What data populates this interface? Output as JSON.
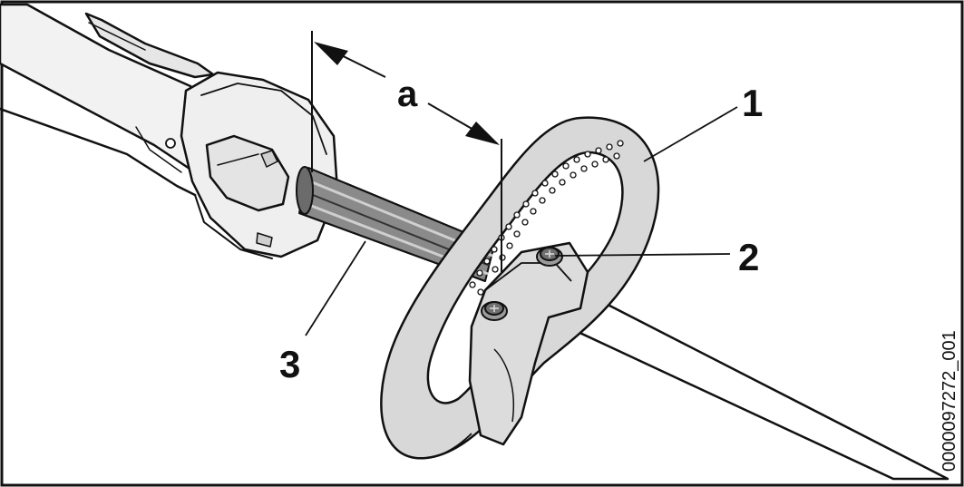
{
  "figure": {
    "callouts": {
      "dimension_label": "a",
      "item_1": "1",
      "item_2": "2",
      "item_3": "3"
    },
    "figure_id": "0000097272_001",
    "colors": {
      "line": "#111111",
      "metal": "#d9d9d9",
      "handle_fill": "#efefef",
      "shaft_fill": "#ffffff",
      "dark_bar": "#777777"
    }
  }
}
